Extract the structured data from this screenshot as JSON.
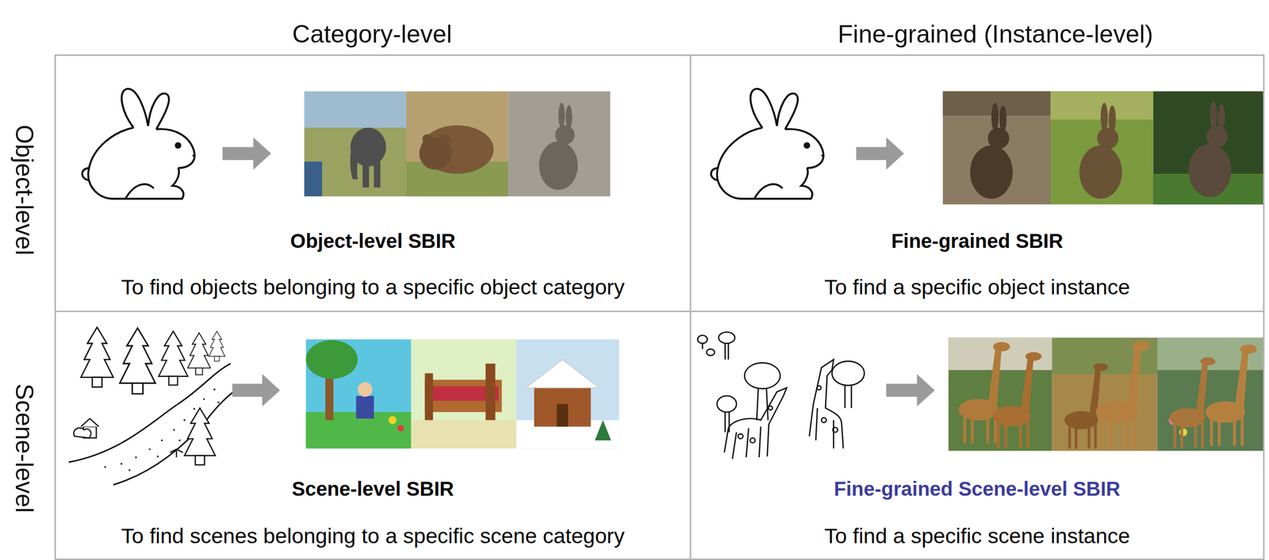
{
  "diagram": {
    "nodes": [
      {
        "text": [
          "Object-level SBIR",
          "To find objects belonging to a specific object category"
        ]
      },
      {
        "text": [
          "Fine-grained SBIR",
          "To find a specific object instance"
        ]
      },
      {
        "text": [
          "Scene-level SBIR",
          "To find scenes belonging to a specific scene category"
        ]
      },
      {
        "text": [
          "Fine-grained Scene-level SBIR",
          "To find a specific scene instance"
        ]
      }
    ],
    "labels": [
      "Category-level",
      "Fine-grained (Instance-level)",
      "Object-level",
      "Scene-level"
    ]
  }
}
